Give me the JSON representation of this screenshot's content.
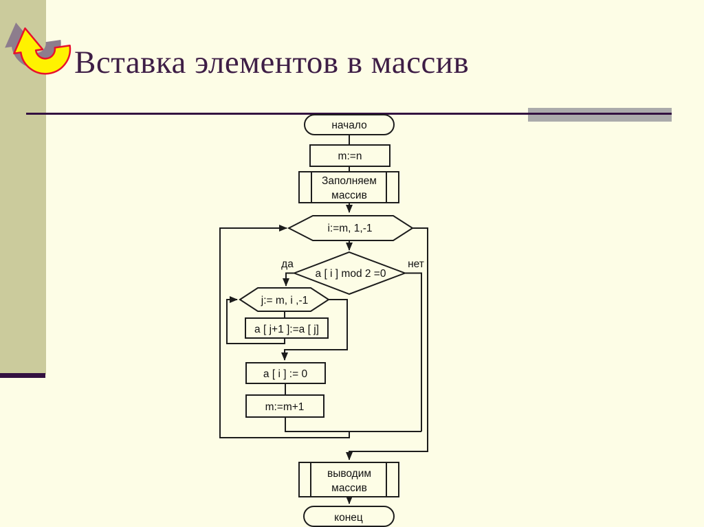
{
  "slide": {
    "title": "Вставка элементов в массив"
  },
  "flowchart": {
    "start": "начало",
    "init": "m:=n",
    "fill_array": {
      "line1": "Заполняем",
      "line2": "массив"
    },
    "loop_i": "i:=m, 1,-1",
    "condition": "a [ i ] mod 2 =0",
    "branch_yes": "да",
    "branch_no": "нет",
    "loop_j": "j:= m, i ,-1",
    "shift": "a [ j+1 ]:=a [ j]",
    "set_zero": "a [ i ] := 0",
    "increment": "m:=m+1",
    "output_array": {
      "line1": "выводим",
      "line2": "массив"
    },
    "end": "конец"
  },
  "colors": {
    "background": "#FDFDE6",
    "sidebar": "#CBCB9C",
    "accent_dark": "#331040",
    "title_text": "#3E1E46",
    "gray_bar": "#ABABAB",
    "diagram_stroke": "#1C1C1C",
    "arrow_icon_yellow": "#FFF200",
    "arrow_icon_red": "#E8112D",
    "arrow_icon_shadow": "#8D7D8D"
  }
}
